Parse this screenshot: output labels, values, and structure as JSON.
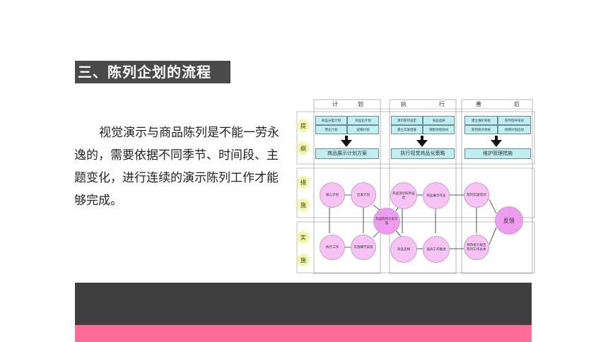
{
  "section_title": "三、陈列企划的流程",
  "paragraph": "视觉演示与商品陈列是不能一劳永逸的，需要依据不同季节、时间段、主题变化，进行连续的演示陈列工作才能够完成。",
  "diagram": {
    "columns": [
      "计　划",
      "执　　行",
      "善　　后"
    ],
    "rows": {
      "proposal": [
        "提",
        "纲"
      ],
      "measure": [
        "措",
        "施"
      ],
      "implement": [
        "实",
        "施"
      ]
    },
    "plan_boxes": [
      "商品分类计划",
      "商品化计划",
      "营业计划",
      "促销计划"
    ],
    "plan_result": "商品展示计划方案",
    "exec_boxes": [
      "演示陈列设定",
      "商品选择",
      "建立实施措施",
      "销售场地协同"
    ],
    "exec_result": "执行视觉商品化策略",
    "after_boxes": [
      "建立维护系统",
      "陈列指导培训",
      "陈列观点考核",
      "修缮计划启动"
    ],
    "after_result": "维护管理措施",
    "circles": {
      "c1": "核心计划",
      "c2": "启发计划",
      "c3": "商品陈列计划方案",
      "c4": "执行工作",
      "c5": "实施细节安排",
      "c6": "商品演示陈列设定",
      "c7": "商品展示作业",
      "c8": "陈列实施培训",
      "c9": "商品选择",
      "c10": "器具工作推进",
      "c11": "反馈",
      "c12": "修改统计报告陈列工作总本"
    }
  },
  "colors": {
    "title_bg": "#4a4a4a",
    "dark_band": "#404040",
    "pink_band": "#ff6c97",
    "cyan_box": "#bfeff0",
    "pink_circle": "#f6c3f4"
  }
}
